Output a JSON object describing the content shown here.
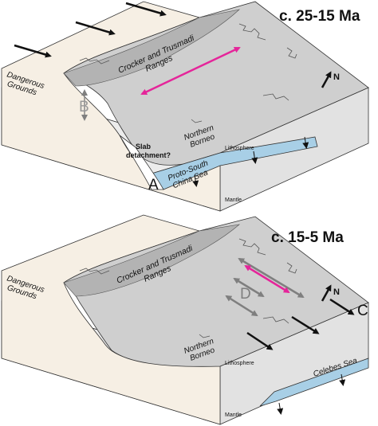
{
  "panels": [
    {
      "title": "c. 25-15 Ma",
      "labels": {
        "dangerous_grounds": [
          "Dangerous",
          "Grounds"
        ],
        "ranges": [
          "Crocker and Trusmadi",
          "Ranges"
        ],
        "northern_borneo": [
          "Northern",
          "Borneo"
        ],
        "slab": [
          "Slab",
          "detachment?"
        ],
        "sea": [
          "Proto-South",
          "China Sea"
        ],
        "lithosphere": "Lithosphere",
        "mantle": "Mantle",
        "north": "N",
        "marker_a": "A",
        "marker_b": "B"
      }
    },
    {
      "title": "c. 15-5 Ma",
      "labels": {
        "dangerous_grounds": [
          "Dangerous",
          "Grounds"
        ],
        "ranges": [
          "Crocker and Trusmadi",
          "Ranges"
        ],
        "northern_borneo": [
          "Northern",
          "Borneo"
        ],
        "sea": "Celebes Sea",
        "lithosphere": "Lithosphere",
        "mantle": "Mantle",
        "north": "N",
        "marker_c": "C",
        "marker_d": "D"
      }
    }
  ],
  "colors": {
    "extension_arrow": "#e5259a",
    "seafloor": "#a8cfe6",
    "shelf": "#f6efe4",
    "land": "#cfcfcf",
    "range": "#b3b3b3",
    "arrow": "#111111",
    "grey_arrow": "#7f7f7f"
  }
}
